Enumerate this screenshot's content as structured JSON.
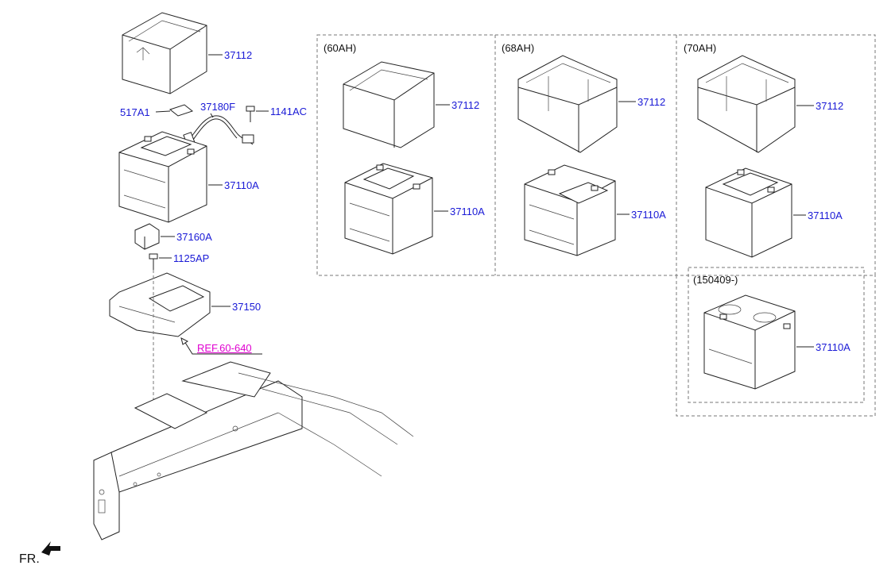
{
  "labels": {
    "tray_main": "37112",
    "sticker": "517A1",
    "cable": "37180F",
    "bolt_top": "1141AC",
    "battery_main": "37110A",
    "clamp": "37160A",
    "bolt_clamp": "1125AP",
    "bracket": "37150",
    "ref": "REF.60-640",
    "tray_60": "37112",
    "battery_60": "37110A",
    "tray_68": "37112",
    "battery_68": "37110A",
    "tray_70": "37112",
    "battery_70": "37110A",
    "battery_150409": "37110A"
  },
  "groups": {
    "g60": "(60AH)",
    "g68": "(68AH)",
    "g70": "(70AH)",
    "g150409": "(150409-)"
  },
  "front_label": "FR."
}
